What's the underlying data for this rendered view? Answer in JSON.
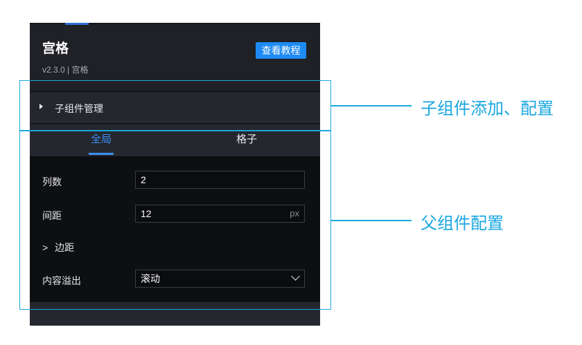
{
  "panel": {
    "title": "宫格",
    "version": "v2.3.0 | 宫格",
    "tutorial_button": "查看教程",
    "accordion_label": "子组件管理",
    "tabs": [
      {
        "label": "全局",
        "active": true
      },
      {
        "label": "格子",
        "active": false
      }
    ],
    "fields": {
      "columns_label": "列数",
      "columns_value": "2",
      "gap_label": "间距",
      "gap_value": "12",
      "gap_unit": "px",
      "margin_label": "边距",
      "margin_chevron": ">",
      "overflow_label": "内容溢出",
      "overflow_value": "滚动"
    }
  },
  "callouts": {
    "child": "子组件添加、配置",
    "parent": "父组件配置"
  },
  "colors": {
    "accent": "#1e8bf5",
    "callout": "#19a7e0",
    "panel_bg": "#1f2126"
  }
}
